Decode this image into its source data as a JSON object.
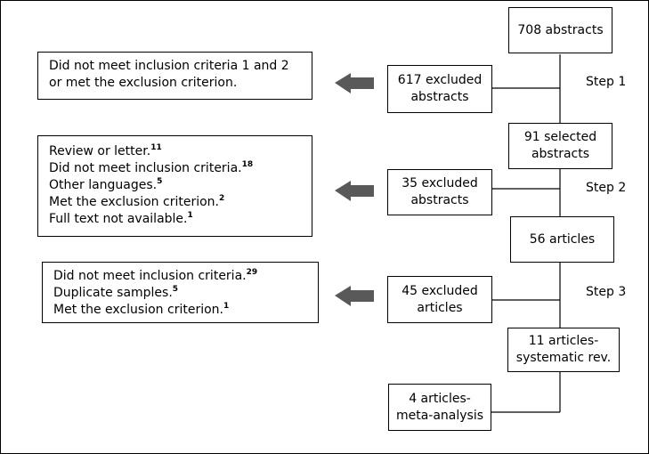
{
  "colors": {
    "arrow": "#595959",
    "line": "#000000",
    "background": "#ffffff"
  },
  "main_flow": [
    {
      "id": "abstracts-708",
      "lines": [
        "708 abstracts"
      ]
    },
    {
      "id": "selected-91",
      "lines": [
        "91 selected",
        "abstracts"
      ]
    },
    {
      "id": "articles-56",
      "lines": [
        "56 articles"
      ]
    },
    {
      "id": "articles-11",
      "lines": [
        "11 articles-",
        "systematic rev."
      ]
    }
  ],
  "excluded": [
    {
      "lines": [
        "617 excluded",
        "abstracts"
      ]
    },
    {
      "lines": [
        "35 excluded",
        "abstracts"
      ]
    },
    {
      "lines": [
        "45 excluded",
        "articles"
      ]
    }
  ],
  "meta_analysis": {
    "lines": [
      "4 articles-",
      "meta-analysis"
    ]
  },
  "steps": [
    "Step 1",
    "Step 2",
    "Step 3"
  ],
  "reasons": [
    {
      "items": [
        {
          "text": "Did not meet inclusion criteria 1 and 2",
          "count": ""
        },
        {
          "text": "or met the exclusion criterion.",
          "count": ""
        }
      ]
    },
    {
      "items": [
        {
          "text": "Review or letter.",
          "count": "11"
        },
        {
          "text": "Did not meet inclusion criteria.",
          "count": "18"
        },
        {
          "text": "Other languages.",
          "count": "5"
        },
        {
          "text": "Met the exclusion criterion.",
          "count": "2"
        },
        {
          "text": "Full text not available.",
          "count": "1"
        }
      ]
    },
    {
      "items": [
        {
          "text": "Did not meet inclusion criteria.",
          "count": "29"
        },
        {
          "text": "Duplicate samples.",
          "count": "5"
        },
        {
          "text": "Met the exclusion criterion.",
          "count": "1"
        }
      ]
    }
  ]
}
